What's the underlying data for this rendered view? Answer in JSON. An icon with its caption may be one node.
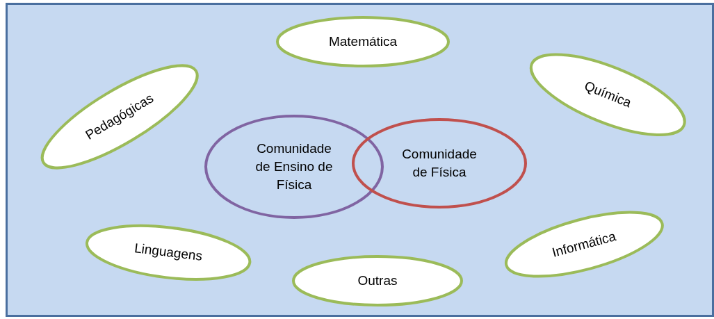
{
  "diagram": {
    "nodes": [
      {
        "text": [
          "Matemática"
        ]
      },
      {
        "text": [
          "Pedagógicas"
        ]
      },
      {
        "text": [
          "Química"
        ]
      },
      {
        "text": [
          "Comunidade de Ensino de Física"
        ]
      },
      {
        "text": [
          "Comunidade de Física"
        ]
      },
      {
        "text": [
          "Linguagens"
        ]
      },
      {
        "text": [
          "Informática"
        ]
      },
      {
        "text": [
          "Outras"
        ]
      }
    ]
  }
}
